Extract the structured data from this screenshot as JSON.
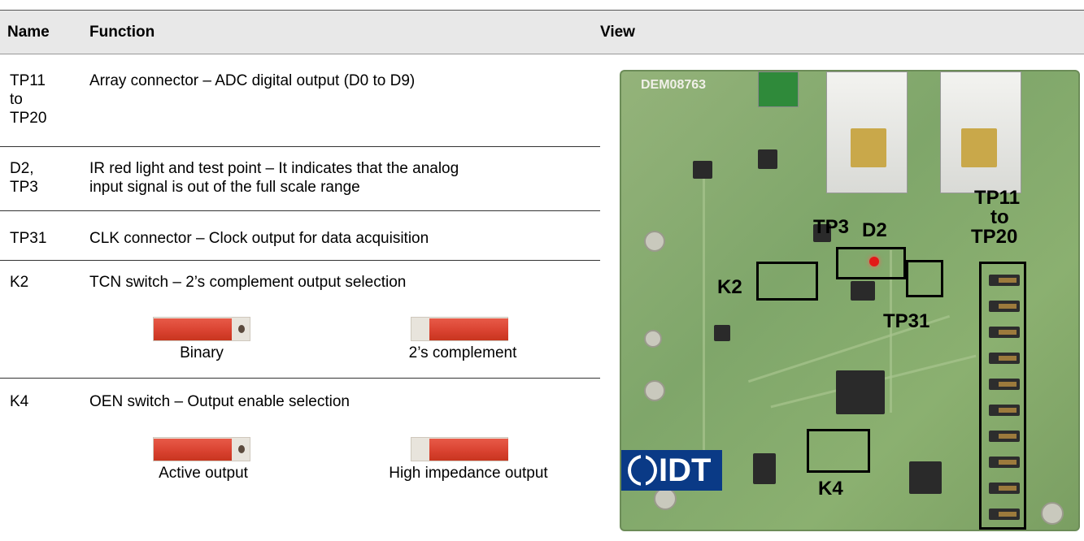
{
  "header": {
    "name": "Name",
    "function": "Function",
    "view": "View"
  },
  "rows": [
    {
      "name_lines": [
        "TP11",
        "to",
        "TP20"
      ],
      "function_lines": [
        "Array connector – ADC digital output (D0 to D9)"
      ]
    },
    {
      "name_lines": [
        "D2,",
        "TP3"
      ],
      "function_lines": [
        "IR red light and test point – It indicates that the analog",
        "input signal is out of the full scale range"
      ]
    },
    {
      "name_lines": [
        "TP31"
      ],
      "function_lines": [
        "CLK connector – Clock output for data acquisition"
      ]
    },
    {
      "name_lines": [
        "K2"
      ],
      "function_lines": [
        "TCN switch – 2’s complement output selection"
      ],
      "options": [
        "Binary",
        "2’s complement"
      ]
    },
    {
      "name_lines": [
        "K4"
      ],
      "function_lines": [
        "OEN switch – Output enable selection"
      ],
      "options": [
        "Active output",
        "High impedance output"
      ]
    }
  ],
  "board": {
    "silk_title": "DEM08763",
    "labels": {
      "tp11": "TP11",
      "to": "to",
      "tp20": "TP20",
      "tp3": "TP3",
      "d2": "D2",
      "k2": "K2",
      "tp31": "TP31",
      "k4": "K4"
    },
    "logo": "IDT",
    "colors": {
      "pcb": "#7fa66a",
      "led": "#e21818",
      "logo_bg": "#0a3a86",
      "switch_red": "#d8412f"
    }
  }
}
